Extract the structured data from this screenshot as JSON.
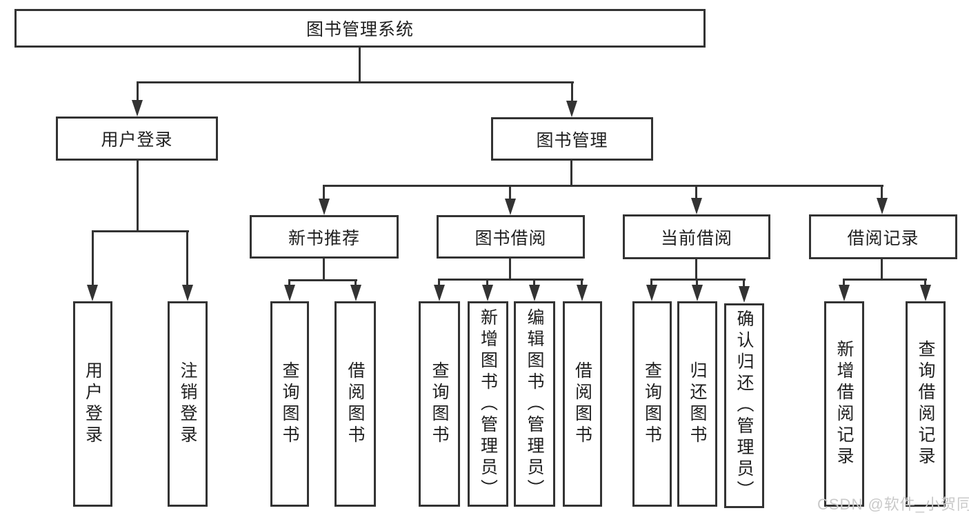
{
  "diagram": {
    "root": "图书管理系统",
    "level2": [
      "用户登录",
      "图书管理"
    ],
    "level3": [
      "新书推荐",
      "图书借阅",
      "当前借阅",
      "借阅记录"
    ],
    "leaves_user_login": [
      "用户登录",
      "注销登录"
    ],
    "leaves_new_book": [
      "查询图书",
      "借阅图书"
    ],
    "leaves_book_borrow": [
      "查询图书",
      "新增图书（管理员）",
      "编辑图书（管理员）",
      "借阅图书"
    ],
    "leaves_current_borrow": [
      "查询图书",
      "归还图书",
      "确认归还（管理员）"
    ],
    "leaves_borrow_record": [
      "新增借阅记录",
      "查询借阅记录"
    ],
    "watermark": "CSDN @软件_小贺同学",
    "colors": {
      "line": "#333333",
      "text": "#1f1f1f",
      "watermark": "#c9c9c9",
      "background": "#ffffff"
    }
  }
}
